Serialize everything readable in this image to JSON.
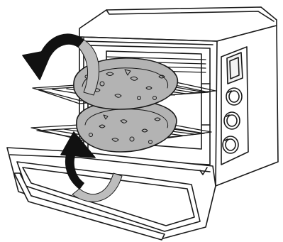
{
  "figure": {
    "subject": "toaster-oven-pizza-rotation",
    "colors": {
      "line": "#1a1a1a",
      "background": "#ffffff",
      "pizza": "#b3b3b3",
      "arrow_dark": "#111111",
      "arrow_light": "#bdbdbd",
      "window": "#f2f2f2"
    },
    "icons": [
      "rotate-arrow-top",
      "rotate-arrow-bottom",
      "control-knob"
    ]
  }
}
